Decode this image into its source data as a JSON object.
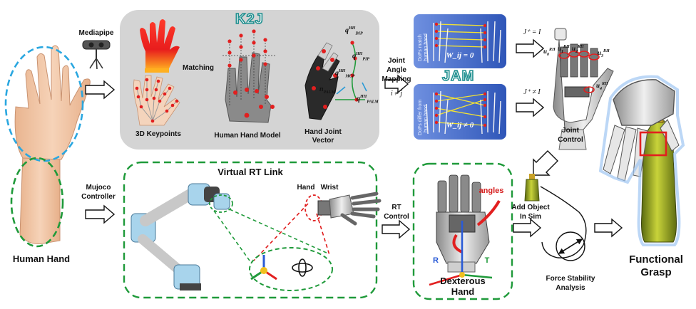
{
  "labels": {
    "mediapipe": "Mediapipe",
    "keypoints": "3D Keypoints",
    "matching": "Matching",
    "k2j": "K2J",
    "human_hand_model": "Human Hand Model",
    "hand_joint_vector_1": "Hand Joint",
    "hand_joint_vector_2": "Vector",
    "joint_angle_1": "Joint",
    "joint_angle_2": "Angle",
    "joint_angle_3": "Mapping",
    "i_neq_j": "i ≠ j",
    "jam": "JAM",
    "dofs_match_1": "DoFs match",
    "dofs_match_2": "human hand",
    "dofs_differ_1": "DoFs differ from",
    "dofs_differ_2": "human hand",
    "w_eq_0": "W_ij = 0",
    "w_neq_0": "W_ij ≠ 0",
    "j_plus_eq": "J⁺ = I",
    "j_plus_neq": "J⁺ ≠ I",
    "joint_control_1": "Joint",
    "joint_control_2": "Control",
    "human_hand": "Human Hand",
    "mujoco_1": "Mujoco",
    "mujoco_2": "Controller",
    "virtual_rt_link": "Virtual RT Link",
    "hand": "Hand",
    "wrist": "Wrist",
    "rt_control_1": "RT",
    "rt_control_2": "Control",
    "angles": "angles",
    "r": "R",
    "t": "T",
    "dexterous_1": "Dexterous",
    "dexterous_2": "Hand",
    "add_object_1": "Add Object",
    "add_object_2": "In Sim",
    "force_stability_1": "Force Stability",
    "force_stability_2": "Analysis",
    "functional_1": "Functional",
    "functional_2": "Grasp"
  },
  "math": {
    "q_dip": "q",
    "q_dip_sup": "HH",
    "q_dip_sub": "DIP",
    "q_pip_sub": "PIP",
    "q_mcp_sub": "MCP",
    "q_palm_sub": "PALM",
    "n_palm": "n",
    "n_palm_sub": "PALM",
    "u_labels": [
      "u",
      "u",
      "u",
      "u",
      "u"
    ],
    "u_sup": "RH",
    "u_subs": [
      "0",
      "1",
      "2",
      "3",
      "4"
    ]
  },
  "colors": {
    "blue_dash": "#2aa7e0",
    "green_dash": "#1f9a3a",
    "red_dash": "#e01b1b",
    "box_gray": "#d4d4d4",
    "jam_blue": "#3a63c9",
    "k2j_teal": "#1f8f8f",
    "skin": "#f2c7a6"
  }
}
